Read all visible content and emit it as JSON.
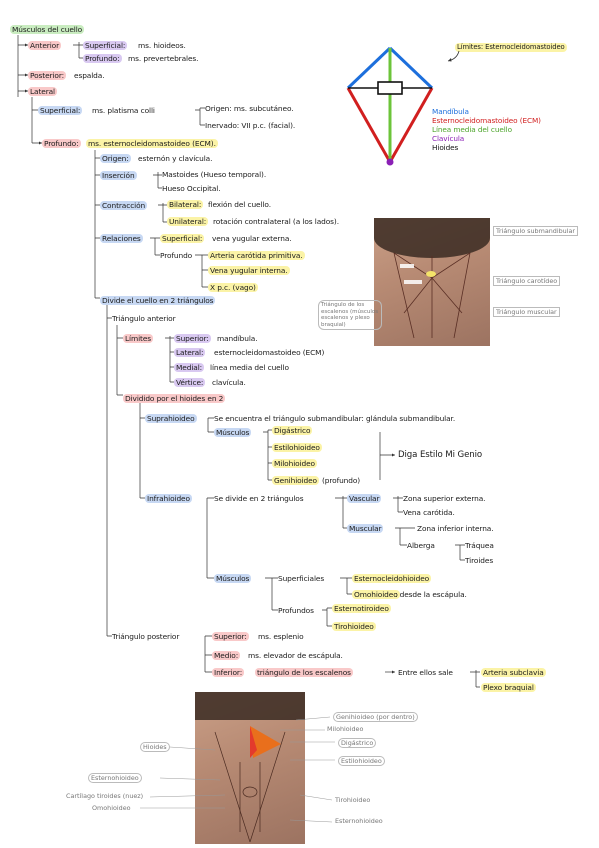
{
  "tree": {
    "title": "Músculos del cuello",
    "anterior": "Anterior",
    "superficial_a": "Superficial:",
    "superficial_a_desc": "ms. hioideos.",
    "profundo_a": "Profundo:",
    "profundo_a_desc": "ms. prevertebrales.",
    "posterior": "Posterior:",
    "posterior_desc": "espalda.",
    "lateral": "Lateral",
    "superficial_l": "Superficial:",
    "superficial_l_desc": "ms. platisma colli",
    "origen_l": "Origen: ms. subcutáneo.",
    "inervado_l": "Inervado: VII p.c. (facial).",
    "profundo_l": "Profundo:",
    "profundo_l_desc": "ms. esternocleidomastoideo (ECM).",
    "origen": "Origen:",
    "origen_desc": "esternón y clavícula.",
    "insercion": "Inserción",
    "ins_1": "Mastoides (Hueso temporal).",
    "ins_2": "Hueso Occipital.",
    "contraccion": "Contracción",
    "bilateral": "Bilateral:",
    "bilateral_desc": "flexión del cuello.",
    "unilateral": "Unilateral:",
    "unilateral_desc": "rotación contralateral (a los lados).",
    "relaciones": "Relaciones",
    "superficial_r": "Superficial:",
    "superficial_r_desc": "vena yugular externa.",
    "profundo_r": "Profundo",
    "rel_1": "Arteria carótida primitiva.",
    "rel_2": "Vena yugular interna.",
    "rel_3": "X p.c. (vago)",
    "divide": "Divide el cuello en 2 triángulos",
    "tri_anterior": "Triángulo anterior",
    "limites": "Límites",
    "superior": "Superior:",
    "superior_desc": "mandíbula.",
    "lateral2": "Lateral:",
    "lateral2_desc": "esternocleidomastoideo (ECM)",
    "medial": "Medial:",
    "medial_desc": "línea media del cuello",
    "vertice": "Vértice:",
    "vertice_desc": "clavícula.",
    "dividido": "Dividido por el hioides en 2",
    "suprahioideo": "Suprahioideo",
    "supra_desc": "Se encuentra el triángulo submandibular: glándula submandibular.",
    "musculos": "Músculos",
    "m_1": "Digástrico",
    "m_2": "Estilohioideo",
    "m_3": "Milohioideo",
    "m_4": "Genihioideo",
    "m_4_note": "(profundo)",
    "mnemonic": "Diga Estilo Mi Genio",
    "infrahioideo": "Infrahioideo",
    "infra_desc": "Se divide en 2 triángulos",
    "vascular": "Vascular",
    "vasc_1": "Zona superior externa.",
    "vasc_2": "Vena carótida.",
    "muscular": "Muscular",
    "musc_1": "Zona inferior interna.",
    "alberga": "Alberga",
    "alb_1": "Tráquea",
    "alb_2": "Tiroides",
    "musculos2": "Músculos",
    "superficiales": "Superficiales",
    "sup_1": "Esternocleidohioideo",
    "sup_2": "Omohioideo",
    "sup_2_desc": ": desde la escápula.",
    "profundos": "Profundos",
    "prof_1": "Esternotiroideo",
    "prof_2": "Tirohioideo",
    "tri_posterior": "Triángulo posterior",
    "tp_superior": "Superior:",
    "tp_superior_desc": "ms. esplenio",
    "tp_medio": "Medio:",
    "tp_medio_desc": "ms. elevador de escápula.",
    "tp_inferior": "Inferior:",
    "tp_inferior_desc": "triángulo de los escalenos",
    "entre": "Entre ellos sale",
    "tp_out_1": "Arteria subclavia",
    "tp_out_2": "Plexo braquial"
  },
  "diagram": {
    "title": "Límites: Esternocleidomastoideo",
    "legend": [
      {
        "label": "Mandíbula",
        "color": "#1d6fdc"
      },
      {
        "label": "Esternocleidomastoideo (ECM)",
        "color": "#d11f1f"
      },
      {
        "label": "Línea media del cuello",
        "color": "#6cc43a"
      },
      {
        "label": "Clavícula",
        "color": "#8a1fb5"
      },
      {
        "label": "Hioides",
        "color": "#111111"
      }
    ]
  },
  "photo1": {
    "labels": [
      "Triángulo submandibular",
      "Triángulo carotídeo",
      "Triángulo muscular",
      "Triángulo de los escalenos (músculos escalenos y plexo braquial)"
    ]
  },
  "photo2": {
    "labels_right": [
      "Genihioideo (por dentro)",
      "Milohioideo",
      "Digástrico",
      "Estilohioideo",
      "Tirohioideo",
      "Esternohioideo"
    ],
    "labels_left": [
      "Hioides",
      "Esternohioideo",
      "Cartílago tiroides (nuez)",
      "Omohioideo"
    ]
  }
}
